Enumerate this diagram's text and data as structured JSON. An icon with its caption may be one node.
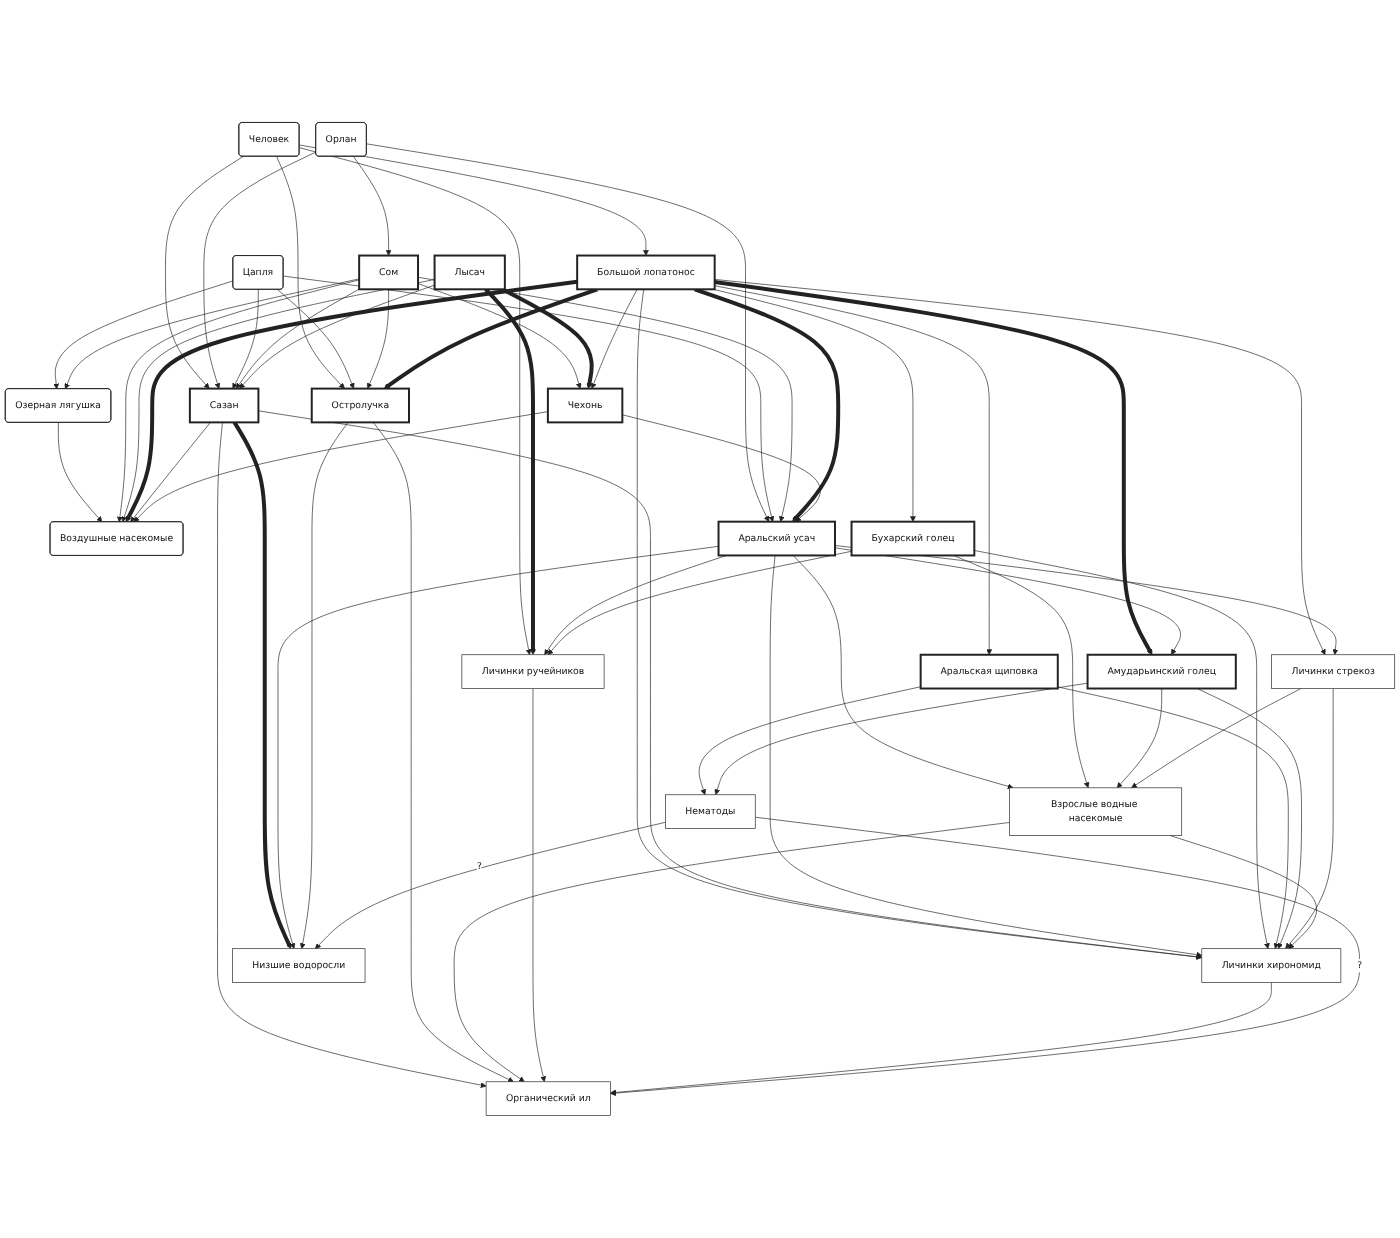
{
  "diagram": {
    "nodes": [
      {
        "text": [
          "Человек"
        ]
      },
      {
        "text": [
          "Орлан"
        ]
      },
      {
        "text": [
          "Цапля"
        ]
      },
      {
        "text": [
          "Озерная лягушка"
        ]
      },
      {
        "text": [
          "Воздушные насекомые"
        ]
      },
      {
        "text": [
          "Сом"
        ]
      },
      {
        "text": [
          "Лысач"
        ]
      },
      {
        "text": [
          "Большой лопатонос"
        ]
      },
      {
        "text": [
          "Сазан"
        ]
      },
      {
        "text": [
          "Аральский усач"
        ]
      },
      {
        "text": [
          "Чехонь"
        ]
      },
      {
        "text": [
          "Остролучка"
        ]
      },
      {
        "text": [
          "Бухарский голец"
        ]
      },
      {
        "text": [
          "Аральская щиповка"
        ]
      },
      {
        "text": [
          "Амударьинский голец"
        ]
      },
      {
        "text": [
          "Личинки стрекоз"
        ]
      },
      {
        "text": [
          "Взрослые водные насекомые"
        ]
      },
      {
        "text": [
          "Личинки ручейников"
        ]
      },
      {
        "text": [
          "Личинки хирономид"
        ]
      },
      {
        "text": [
          "Нематоды"
        ]
      },
      {
        "text": [
          "Низшие водоросли"
        ]
      },
      {
        "text": [
          "Органический ил"
        ]
      }
    ],
    "edges": [
      {
        "from": 0,
        "to": 8,
        "arrow": "to"
      },
      {
        "from": 0,
        "to": 11,
        "arrow": "to"
      },
      {
        "from": 0,
        "to": 7,
        "arrow": "to"
      },
      {
        "from": 0,
        "to": 17,
        "arrow": "to"
      },
      {
        "from": 1,
        "to": 8,
        "arrow": "to"
      },
      {
        "from": 1,
        "to": 5,
        "arrow": "to"
      },
      {
        "from": 1,
        "to": 9,
        "arrow": "to"
      },
      {
        "from": 2,
        "to": 3,
        "arrow": "to"
      },
      {
        "from": 2,
        "to": 9,
        "arrow": "to"
      },
      {
        "from": 2,
        "to": 8,
        "arrow": "to"
      },
      {
        "from": 2,
        "to": 11,
        "arrow": "to"
      },
      {
        "from": 3,
        "to": 4,
        "arrow": "to"
      },
      {
        "from": 5,
        "to": 3,
        "arrow": "to"
      },
      {
        "from": 5,
        "to": 4,
        "arrow": "to"
      },
      {
        "from": 5,
        "to": 8,
        "arrow": "to"
      },
      {
        "from": 5,
        "to": 11,
        "arrow": "to"
      },
      {
        "from": 5,
        "to": 9,
        "arrow": "to"
      },
      {
        "from": 5,
        "to": 10,
        "arrow": "to"
      },
      {
        "from": 6,
        "to": 4,
        "arrow": "to"
      },
      {
        "from": 6,
        "to": 8,
        "arrow": "to"
      },
      {
        "from": 6,
        "to": 10,
        "arrow": "to",
        "style": "thick"
      },
      {
        "from": 6,
        "to": 17,
        "arrow": "to",
        "style": "thick"
      },
      {
        "from": 7,
        "to": 4,
        "arrow": "to",
        "style": "thick"
      },
      {
        "from": 7,
        "to": 9,
        "arrow": "to",
        "style": "thick"
      },
      {
        "from": 7,
        "to": 10,
        "arrow": "to"
      },
      {
        "from": 7,
        "to": 11,
        "arrow": "to",
        "style": "thick"
      },
      {
        "from": 7,
        "to": 12,
        "arrow": "to"
      },
      {
        "from": 7,
        "to": 13,
        "arrow": "to"
      },
      {
        "from": 7,
        "to": 14,
        "arrow": "to",
        "style": "thick"
      },
      {
        "from": 7,
        "to": 15,
        "arrow": "to"
      },
      {
        "from": 7,
        "to": 18,
        "arrow": "to"
      },
      {
        "from": 8,
        "to": 4,
        "arrow": "to"
      },
      {
        "from": 8,
        "to": 20,
        "arrow": "to",
        "style": "thick"
      },
      {
        "from": 8,
        "to": 21,
        "arrow": "to"
      },
      {
        "from": 8,
        "to": 18,
        "arrow": "to"
      },
      {
        "from": 9,
        "to": 17,
        "arrow": "to"
      },
      {
        "from": 9,
        "to": 20,
        "arrow": "to"
      },
      {
        "from": 9,
        "to": 14,
        "arrow": "to"
      },
      {
        "from": 9,
        "to": 15,
        "arrow": "to"
      },
      {
        "from": 9,
        "to": 18,
        "arrow": "to"
      },
      {
        "from": 9,
        "to": 16,
        "arrow": "to"
      },
      {
        "from": 10,
        "to": 4,
        "arrow": "to"
      },
      {
        "from": 10,
        "to": 9,
        "arrow": "to"
      },
      {
        "from": 11,
        "to": 20,
        "arrow": "to"
      },
      {
        "from": 11,
        "to": 21,
        "arrow": "to"
      },
      {
        "from": 12,
        "to": 17,
        "arrow": "to"
      },
      {
        "from": 12,
        "to": 18,
        "arrow": "to"
      },
      {
        "from": 12,
        "to": 16,
        "arrow": "to"
      },
      {
        "from": 13,
        "to": 18,
        "arrow": "to"
      },
      {
        "from": 13,
        "to": 19,
        "arrow": "to"
      },
      {
        "from": 14,
        "to": 16,
        "arrow": "to"
      },
      {
        "from": 14,
        "to": 18,
        "arrow": "to"
      },
      {
        "from": 14,
        "to": 19,
        "arrow": "to"
      },
      {
        "from": 15,
        "to": 16,
        "arrow": "to"
      },
      {
        "from": 15,
        "to": 18,
        "arrow": "to"
      },
      {
        "from": 16,
        "to": 18,
        "arrow": "to"
      },
      {
        "from": 16,
        "to": 21,
        "arrow": "to"
      },
      {
        "from": 17,
        "to": 21,
        "arrow": "to"
      },
      {
        "from": 18,
        "to": 21,
        "arrow": "to"
      },
      {
        "from": 19,
        "to": 21,
        "arrow": "to",
        "label": "?"
      },
      {
        "from": 19,
        "to": 20,
        "arrow": "to",
        "label": "?"
      }
    ]
  }
}
